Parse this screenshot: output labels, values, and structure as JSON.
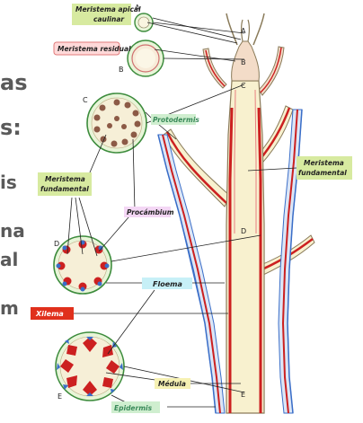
{
  "labels": {
    "meristema_apical": [
      "Meristema apical",
      "caulinar"
    ],
    "meristema_residual": "Meristema residual",
    "protodermis": "Protodermis",
    "meristema_fundamental_left": [
      "Meristema",
      "fundamental"
    ],
    "meristema_fundamental_right": [
      "Meristema",
      "fundamental"
    ],
    "procambium": "Procámbium",
    "floema": "Floema",
    "xilema": "Xilema",
    "medula": "Médula",
    "epidermis": "Epidermis"
  },
  "letters": [
    "A",
    "B",
    "B",
    "C",
    "C",
    "D",
    "D",
    "E",
    "E"
  ],
  "background_fragments": [
    "as",
    "s:",
    "is",
    "na",
    "al",
    "m"
  ],
  "colors": {
    "xylem": "#cc2020",
    "phloem": "#3a6ec8",
    "stem_fill": "#f8f1cf",
    "stem_outline": "#8a7b5a",
    "meristema_bg": "#d7eaa0",
    "residual_bg": "#ffd9d9",
    "protodermis_bg": "#cfeecf",
    "procambium_bg": "#f4d7f5",
    "floema_bg": "#c7f0f7",
    "xilema_bg": "#e0301c",
    "medula_bg": "#f6f1b3",
    "epidermis_bg": "#cfeecf"
  }
}
